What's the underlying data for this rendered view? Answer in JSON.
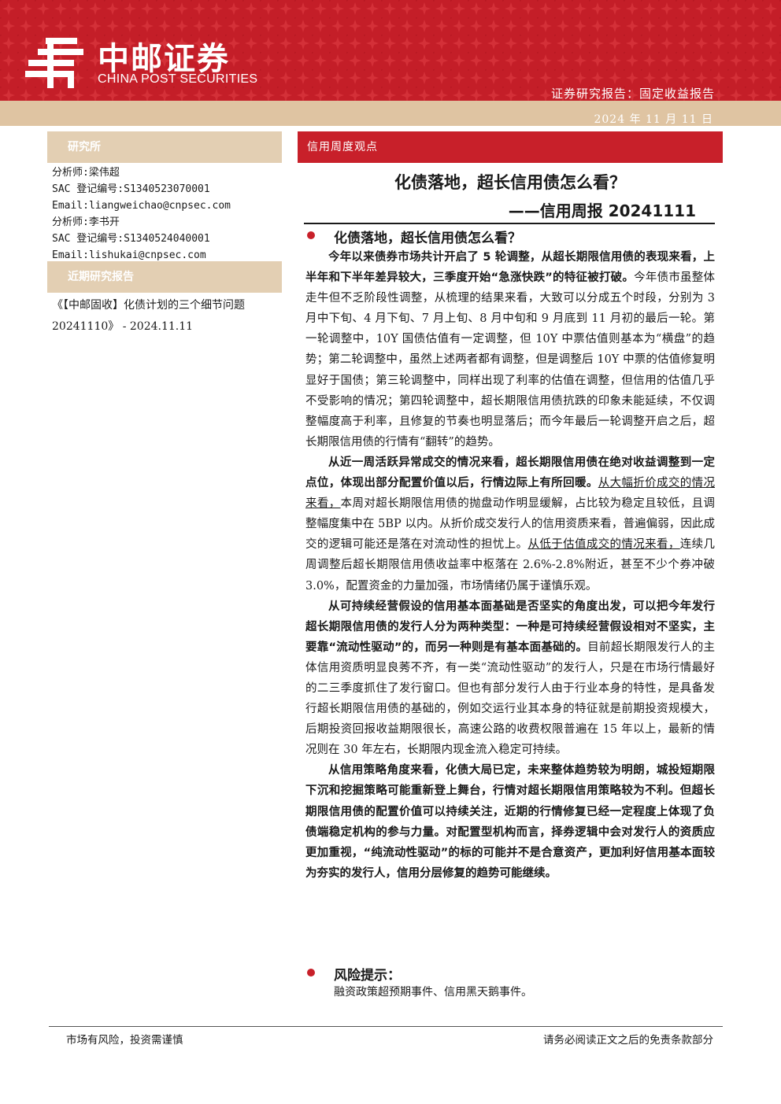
{
  "header": {
    "logo_cn": "中邮证券",
    "logo_en": "CHINA POST SECURITIES",
    "report_type": "证券研究报告：固定收益报告",
    "date": "2024 年 11 月 11 日",
    "brand_red": "#c8202a",
    "band_tan": "#dfc4a2"
  },
  "sidebar": {
    "institute_heading": "研究所",
    "analysts": [
      "分析师:梁伟超",
      "SAC 登记编号:S1340523070001",
      "Email:liangweichao@cnpsec.com",
      "分析师:李书开",
      "SAC 登记编号:S1340524040001",
      "Email:lishukai@cnpsec.com"
    ],
    "recent_heading": "近期研究报告",
    "recent_report": "《【中邮固收】化债计划的三个细节问题20241110》 - 2024.11.11"
  },
  "main": {
    "section_label": "信用周度观点",
    "title": "化债落地，超长信用债怎么看？",
    "subtitle": "——信用周报 20241111",
    "heading1": "化债落地，超长信用债怎么看？",
    "paragraphs": [
      {
        "bold": "今年以来债券市场共计开启了 5 轮调整，从超长期限信用债的表现来看，上半年和下半年差异较大，三季度开始“急涨快跌”的特征被打破。",
        "text": "今年债市虽整体走牛但不乏阶段性调整，从梳理的结果来看，大致可以分成五个时段，分别为 3 月中下旬、4 月下旬、7 月上旬、8 月中旬和 9 月底到 11 月初的最后一轮。第一轮调整中，10Y 国债估值有一定调整，但 10Y 中票估值则基本为“横盘”的趋势；第二轮调整中，虽然上述两者都有调整，但是调整后 10Y 中票的估值修复明显好于国债；第三轮调整中，同样出现了利率的估值在调整，但信用的估值几乎不受影响的情况；第四轮调整中，超长期限信用债抗跌的印象未能延续，不仅调整幅度高于利率，且修复的节奏也明显落后；而今年最后一轮调整开启之后，超长期限信用债的行情有“翻转”的趋势。"
      },
      {
        "bold": "从近一周活跃异常成交的情况来看，超长期限信用债在绝对收益调整到一定点位，体现出部分配置价值以后，行情边际上有所回暖。",
        "u1": "从大幅折价成交的情况来看，",
        "t1": "本周对超长期限信用债的抛盘动作明显缓解，占比较为稳定且较低，且调整幅度集中在 5BP 以内。从折价成交发行人的信用资质来看，普遍偏弱，因此成交的逻辑可能还是落在对流动性的担忧上。",
        "u2": "从低于估值成交的情况来看，",
        "t2": "连续几周调整后超长期限信用债收益率中枢落在 2.6%-2.8%附近，甚至不少个券冲破 3.0%，配置资金的力量加强，市场情绪仍属于谨慎乐观。"
      },
      {
        "bold": "从可持续经营假设的信用基本面基础是否坚实的角度出发，可以把今年发行超长期限信用债的发行人分为两种类型：一种是可持续经营假设相对不坚实，主要靠“流动性驱动”的，而另一种则是有基本面基础的。",
        "text": "目前超长期限发行人的主体信用资质明显良莠不齐，有一类“流动性驱动”的发行人，只是在市场行情最好的二三季度抓住了发行窗口。但也有部分发行人由于行业本身的特性，是具备发行超长期限信用债的基础的，例如交运行业其本身的特征就是前期投资规模大，后期投资回报收益期限很长，高速公路的收费权限普遍在 15 年以上，最新的情况则在 30 年左右，长期限内现金流入稳定可持续。"
      },
      {
        "bold": "从信用策略角度来看，化债大局已定，未来整体趋势较为明朗，城投短期限下沉和挖掘策略可能重新登上舞台，行情对超长期限信用策略较为不利。但超长期限信用债的配置价值可以持续关注，近期的行情修复已经一定程度上体现了负债端稳定机构的参与力量。对配置型机构而言，择券逻辑中会对发行人的资质应更加重视，“纯流动性驱动”的标的可能并不是合意资产，更加利好信用基本面较为夯实的发行人，信用分层修复的趋势可能继续。",
        "text": ""
      }
    ],
    "risk_heading": "风险提示：",
    "risk_text": "融资政策超预期事件、信用黑天鹅事件。"
  },
  "footer": {
    "left": "市场有风险，投资需谨慎",
    "right": "请务必阅读正文之后的免责条款部分"
  }
}
